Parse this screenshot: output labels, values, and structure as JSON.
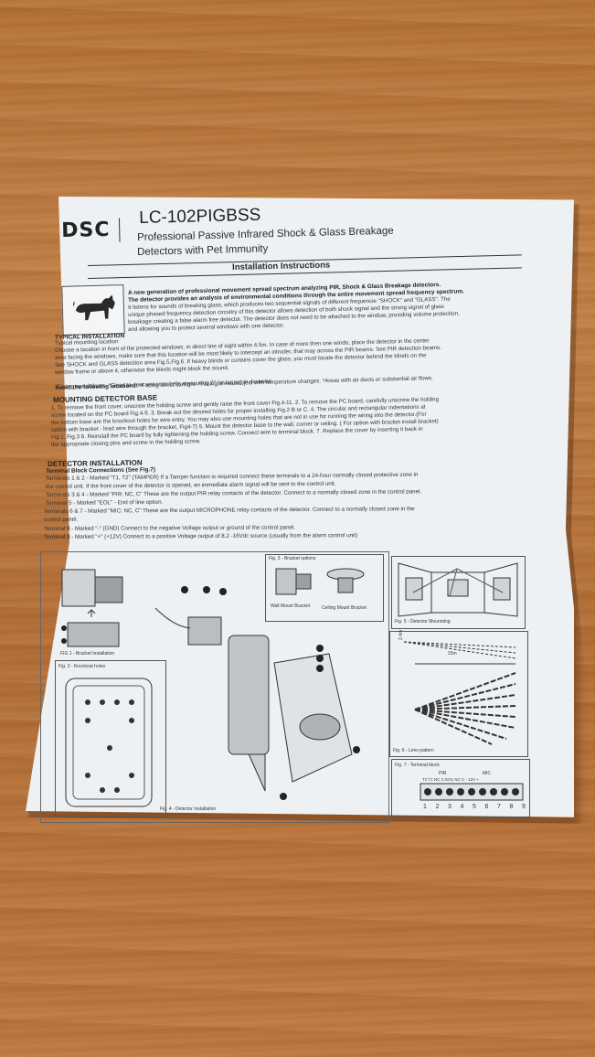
{
  "header": {
    "brand": "DSC",
    "model": "LC-102PIGBSS",
    "subtitle_line1": "Professional Passive Infrared Shock & Glass Breakage",
    "subtitle_line2": "Detectors with Pet Immunity",
    "section_title": "Installation Instructions"
  },
  "intro": {
    "bold_line1": "A new generation of professional movement spread spectrum analyzing PIR, Shock & Glass Breakage detectors.",
    "bold_line2": "The detector provides an analysis of environmental conditions through the entire movement spread frequency spectrum.",
    "line3": "It listens for sounds of breaking glass, which produces two sequential signals of different frequencie \"SHOCK\" and \"GLASS\". The",
    "line4": "unique phased frequency detection circuitry of this detector allows detection of both shock signal and the strong signal of glass",
    "line5": "breakage creating a false alarm free detector. The detector does not need to be attached to the window, providing volume protection,",
    "line6": "and allowing you to protect several windows with one detector."
  },
  "typical": {
    "heading": "TYPICAL INSTALLATION",
    "subheading": "Typical mounting location",
    "lines": [
      "Choose a location in front of the protected windows, in direct line of sight within 4.5m. In case of more then one windo, place the detector in the center",
      "area facing the windows, make sure that this location will be most likely to intercept an intruder, that may across the PIR beams. See PIR detection beams.",
      "See SHOCK and GLASS detection area Fig.5,Fig.6. If heavy blinds or curtains cover the glass, you must locate the detector behind the blinds on the",
      "window frame or above it, otherwise the blinds might block the sound."
    ],
    "avoid_label": "Avoid the following locations:",
    "avoid_text": " *Facing direct sunlight. *Facing areas subject with temperature changes. *Areas with air ducts or substantial air flows.",
    "avoid_line2": "*Facing metal doors. *Close to door entrance bells measuring 2\" (or larger) in diameter."
  },
  "mounting": {
    "heading": "MOUNTING DETECTOR BASE",
    "lines": [
      "1. To remove the front cover, unscrew the holding screw and gently raise the front cover Fig.4-11. 2. To remove the PC board, carefully unscrew the holding",
      "screw located on the PC board Fig.4-9. 3. Break out the desired holes for proper installing Fig.2 B or C. 4. The circular and rectangular indentations at",
      "the bottom base are the knockout holes for wire entry. You may also use mounting holes that are not in use for running the wiring into the detector.(For",
      "option with bracket - lead wire through the bracket, Fig4-7) 5. Mount the detector base to the wall, corner or ceiling. ( For option with bracket install bracket)",
      "Fig.1, Fig.3 6. Reinstall the PC board by fully tightening the holding screw. Connect wire to terminal block. 7. Replace the cover by inserting it back in",
      "the appropriate closing pins and screw in the holding screw."
    ]
  },
  "detector_install": {
    "heading": "DETECTOR INSTALLATION",
    "subheading": "Terminal Block Connections (See Fig.7)",
    "lines": [
      "Terminals 1 & 2 - Marked \"T1, T2\" (TAMPER) If a Tamper function is required connect these terminals to a 24-hour normally closed protective zone in",
      "the control unit. If the front cover of the detector is opened, an immediate alarm signal will be sent to the control unit.",
      "Terminals 3 & 4 - Marked \"PIR: NC, C\" These are the output PIR relay contacts of the detector. Connect to a normally closed zone in the control panel.",
      "Terminal 5 - Marked \"EOL\" - End of line option.",
      "Terminals 6 & 7 - Marked \"MIC: NC, C\" These are the output MICROPHONE relay contacts of the detector. Connect to a normally closed zone in the",
      "control panel.",
      "Terminal 8 - Marked \"-\" (GND) Connect to the negative Voltage output or ground of the control panel.",
      "Terminal 9 - Marked \"+\" (+12V) Connect to a positive Voltage output of 8.2 -16Vdc source (usually from the alarm control unit)"
    ]
  },
  "figures": {
    "fig1": "FIG 1 - Bracket Installation",
    "fig2": "Fig. 2 - Knockout holes",
    "fig3": "Fig. 3 - Bracket options",
    "fig3_wall": "Wall Mount Bracket",
    "fig3_ceiling": "Ceiling Mount Bracket",
    "fig4": "Fig. 4 - Detector Installation",
    "fig5": "Fig. 5 - Detector Mounnting",
    "fig6": "Fig. 6 - Lens pattern",
    "fig6_dist": "15m",
    "fig6_height": "2.4m",
    "fig7": "Fig. 7 - Terminal block",
    "fig7_pir": "PIR",
    "fig7_mic": "MIC",
    "fig7_labels": "T2 T1 NC C EOL NC C - 12V +",
    "fig7_numbers": [
      "1",
      "2",
      "3",
      "4",
      "5",
      "6",
      "7",
      "8",
      "9"
    ]
  }
}
